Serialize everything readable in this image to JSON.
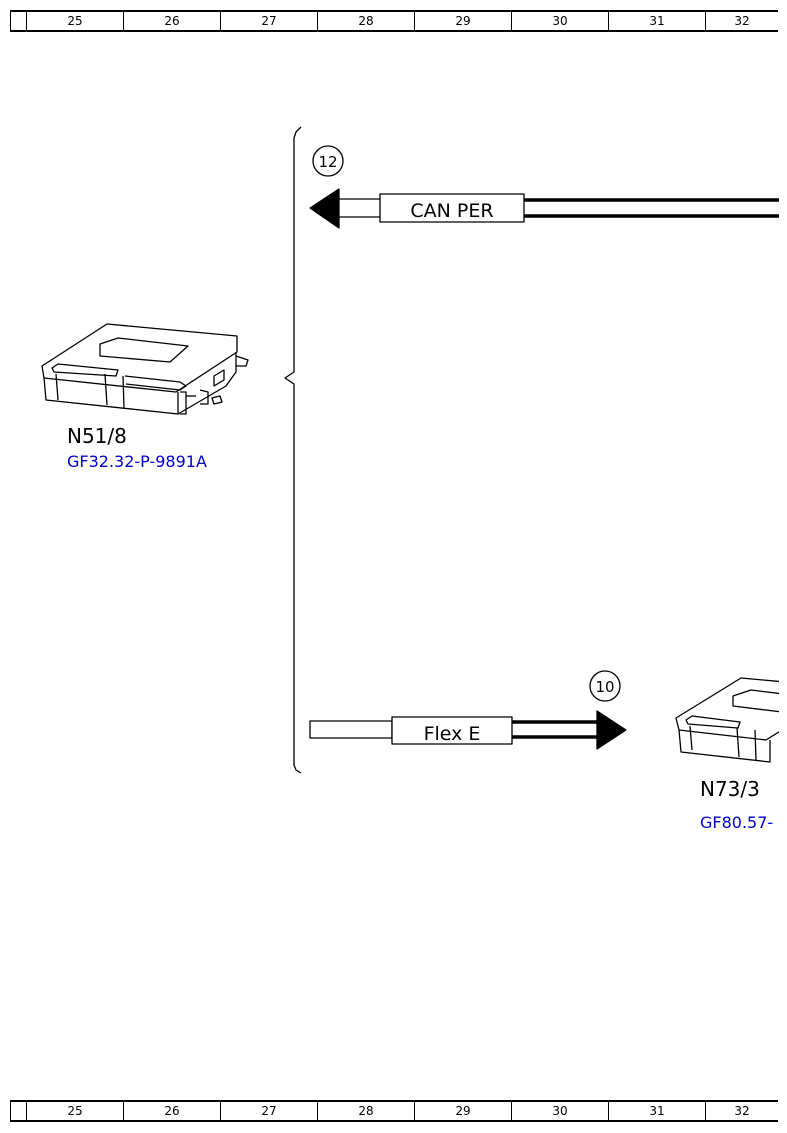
{
  "ruler_columns": [
    "25",
    "26",
    "27",
    "28",
    "29",
    "30",
    "31",
    "32"
  ],
  "components": {
    "left_unit": {
      "code": "N51/8",
      "ref": "GF32.32-P-9891A",
      "icon": "control-unit-icon"
    },
    "right_unit": {
      "code": "N73/3",
      "ref": "GF80.57-",
      "icon": "control-unit-icon"
    }
  },
  "connections": [
    {
      "number": "12",
      "label": "CAN PER",
      "direction": "left"
    },
    {
      "number": "10",
      "label": "Flex E",
      "direction": "right"
    }
  ],
  "colors": {
    "line": "#000000",
    "link": "#0000cc",
    "background": "#ffffff"
  }
}
